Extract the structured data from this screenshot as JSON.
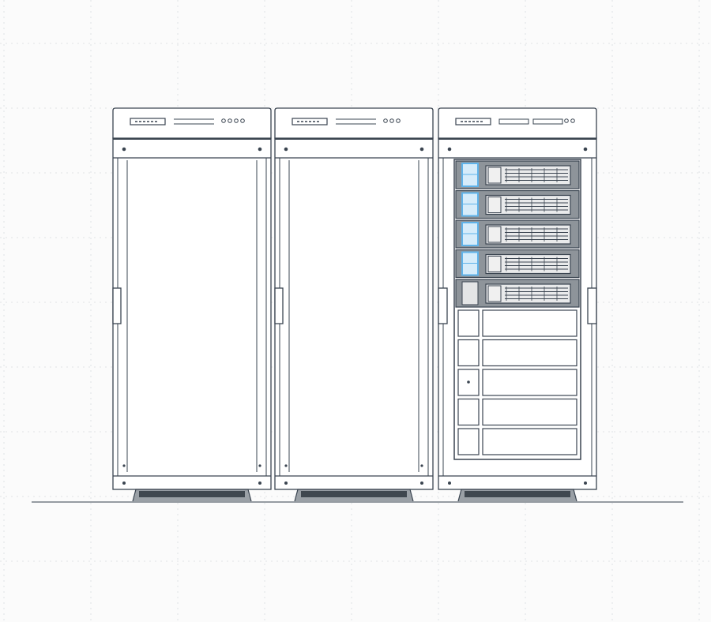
{
  "scene": {
    "rack_count": 3,
    "populated_rack": 3,
    "server_units": 5,
    "active_leds": 4,
    "drawer_units": 5
  },
  "colors": {
    "background": "#fbfbfb",
    "grid": "#d8dce0",
    "outline": "#3a4450",
    "rack_fill": "#ffffff",
    "server_fill": "#8e949a",
    "server_face": "#e9eaeb",
    "led": "#5fb3ea",
    "led_fill": "#d6ecfa"
  }
}
